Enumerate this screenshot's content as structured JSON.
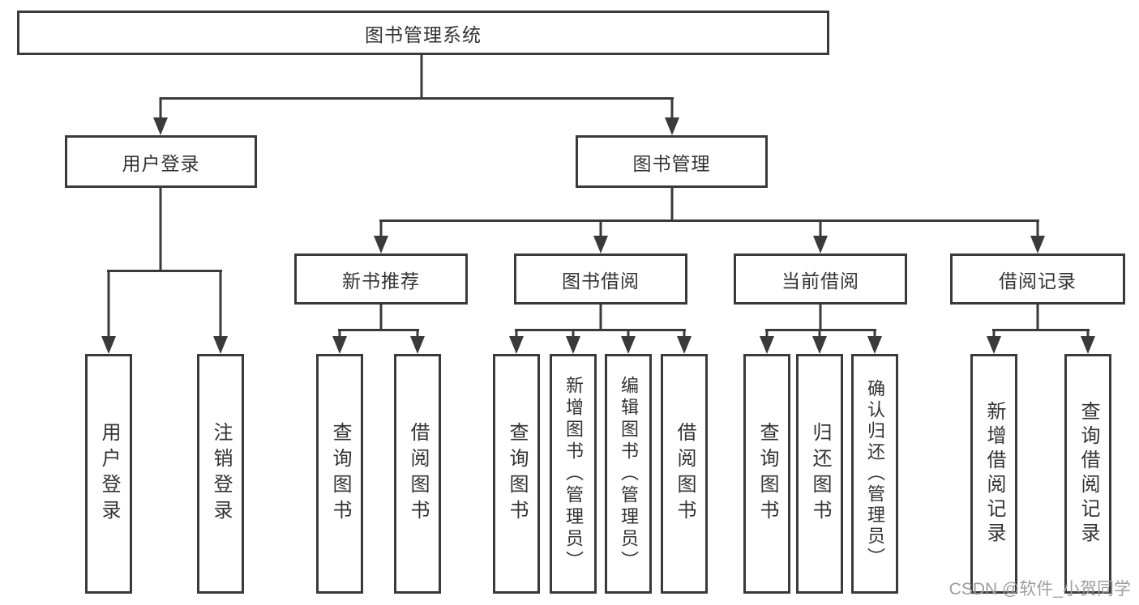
{
  "diagram": {
    "root": {
      "label": "图书管理系统"
    },
    "level2": {
      "user_login": {
        "label": "用户登录"
      },
      "book_mgmt": {
        "label": "图书管理"
      }
    },
    "level3": {
      "new_book_rec": {
        "label": "新书推荐"
      },
      "book_borrow": {
        "label": "图书借阅"
      },
      "current_borrow": {
        "label": "当前借阅"
      },
      "borrow_records": {
        "label": "借阅记录"
      }
    },
    "leaves": {
      "user_login_leaf": {
        "label": "用户登录"
      },
      "logout": {
        "label": "注销登录"
      },
      "rec_query": {
        "label": "查询图书"
      },
      "rec_borrow": {
        "label": "借阅图书"
      },
      "bb_query": {
        "label": "查询图书"
      },
      "bb_add": {
        "label": "新增图书（管理员）"
      },
      "bb_edit": {
        "label": "编辑图书（管理员）"
      },
      "bb_borrow": {
        "label": "借阅图书"
      },
      "cb_query": {
        "label": "查询图书"
      },
      "cb_return": {
        "label": "归还图书"
      },
      "cb_confirm": {
        "label": "确认归还（管理员）"
      },
      "br_add": {
        "label": "新增借阅记录"
      },
      "br_query": {
        "label": "查询借阅记录"
      }
    }
  },
  "watermark": "CSDN @软件_小贺同学",
  "colors": {
    "line": "#3a3a3a",
    "text": "#333333",
    "watermark": "#9e9e9e",
    "background": "#ffffff"
  }
}
